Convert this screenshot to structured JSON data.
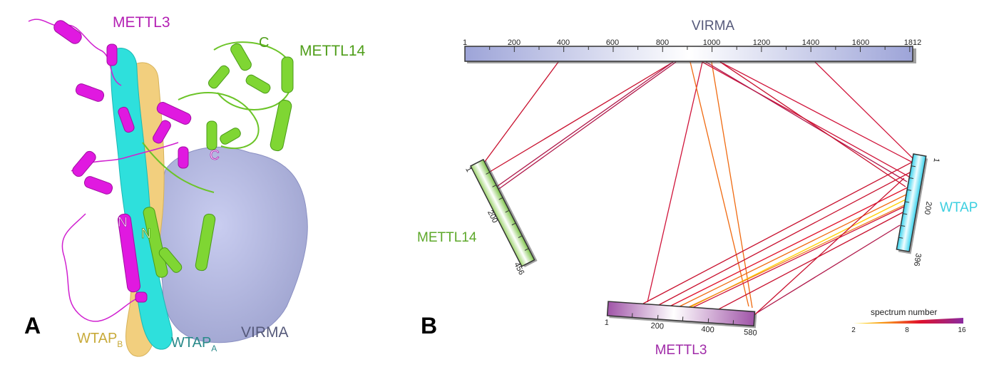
{
  "panel_a": {
    "label": "A",
    "mettl3": "METTL3",
    "mettl14": "METTL14",
    "virma": "VIRMA",
    "wtap_b": "WTAP",
    "wtap_b_sub": "B",
    "wtap_a": "WTAP",
    "wtap_a_sub": "A",
    "n_mettl3": "N",
    "n_mettl14": "N",
    "c_mettl14": "C",
    "c_mettl3": "C"
  },
  "panel_b": {
    "label": "B",
    "virma": {
      "name": "VIRMA",
      "ticks": [
        "1",
        "200",
        "400",
        "600",
        "800",
        "1000",
        "1200",
        "1400",
        "1600",
        "1812"
      ]
    },
    "mettl14": {
      "name": "METTL14",
      "ticks": [
        "1",
        "200",
        "456"
      ]
    },
    "wtap": {
      "name": "WTAP",
      "ticks": [
        "1",
        "200",
        "396"
      ]
    },
    "mettl3": {
      "name": "METTL3",
      "ticks": [
        "1",
        "200",
        "400",
        "580"
      ]
    },
    "legend": {
      "title": "spectrum number",
      "ticks": [
        "2",
        "8",
        "16"
      ]
    }
  },
  "colors": {
    "mettl3": "#b31fb3",
    "mettl14": "#4f9e1a",
    "virma": "#55597a",
    "wtap_b": "#c8aa3a",
    "wtap_a": "#2a8a8a",
    "wtap_label": "#3ccfe0",
    "mettl3_label": "#a02aa8",
    "mettl14_label": "#5da82a"
  }
}
